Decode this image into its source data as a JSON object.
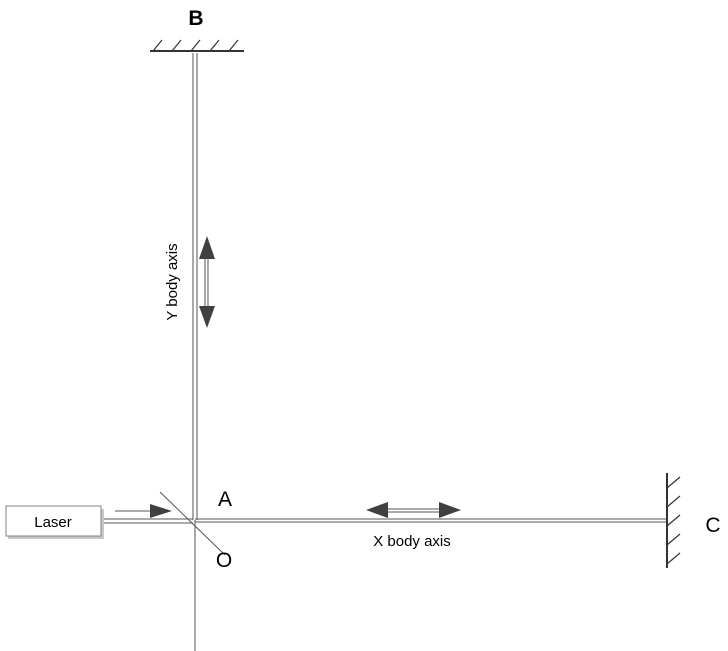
{
  "labels": {
    "point_b": "B",
    "point_a": "A",
    "point_o": "O",
    "point_c": "C",
    "laser": "Laser",
    "x_axis": "X body axis",
    "y_axis": "Y body axis"
  },
  "colors": {
    "line": "#555555",
    "arrow": "#404040",
    "hatch": "#333333",
    "laser_box_fill": "#ffffff",
    "laser_box_stroke": "#808080",
    "laser_box_shadow": "#c8c8c8"
  }
}
